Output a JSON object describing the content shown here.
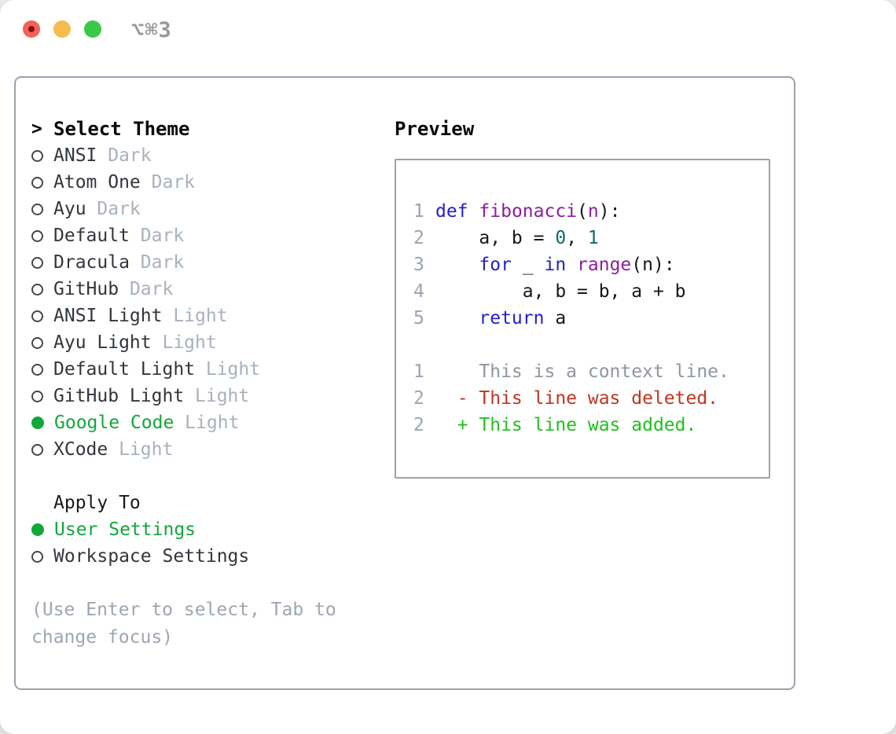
{
  "window": {
    "title": "⌥⌘3"
  },
  "titlebar_icons": [
    "close-button",
    "minimize-button",
    "zoom-button"
  ],
  "colors": {
    "green": "#12a73b",
    "diff-add": "#1cc21c",
    "diff-del": "#c23420",
    "kwd": "#2121ce",
    "typ": "#8c1fa0",
    "lit": "#0b6c6c",
    "pln": "#14181c",
    "ctx": "#8f969e",
    "lnum": "#9aa4b0",
    "border": "#9aa3ae",
    "name": "#31363c",
    "muted": "#a8b1bc",
    "hint": "#9da6b0",
    "titlebar": "#96989c",
    "tl-red": "#f4605a",
    "tl-yellow": "#f6bd4e",
    "tl-green": "#38c948",
    "tl-red-dot": "#7b1712"
  },
  "theme_panel": {
    "cursor": ">",
    "title": "Select Theme",
    "themes": [
      {
        "name": "ANSI",
        "variant": "Dark",
        "selected": false
      },
      {
        "name": "Atom One",
        "variant": "Dark",
        "selected": false
      },
      {
        "name": "Ayu",
        "variant": "Dark",
        "selected": false
      },
      {
        "name": "Default",
        "variant": "Dark",
        "selected": false
      },
      {
        "name": "Dracula",
        "variant": "Dark",
        "selected": false
      },
      {
        "name": "GitHub",
        "variant": "Dark",
        "selected": false
      },
      {
        "name": "ANSI Light",
        "variant": "Light",
        "selected": false
      },
      {
        "name": "Ayu Light",
        "variant": "Light",
        "selected": false
      },
      {
        "name": "Default Light",
        "variant": "Light",
        "selected": false
      },
      {
        "name": "GitHub Light",
        "variant": "Light",
        "selected": false
      },
      {
        "name": "Google Code",
        "variant": "Light",
        "selected": true
      },
      {
        "name": "XCode",
        "variant": "Light",
        "selected": false
      }
    ],
    "apply_to": {
      "title": "Apply To",
      "options": [
        {
          "label": "User Settings",
          "selected": true
        },
        {
          "label": "Workspace Settings",
          "selected": false
        }
      ]
    },
    "hint": "(Use Enter to select, Tab to change focus)"
  },
  "preview": {
    "title": "Preview",
    "code_lines": [
      {
        "num": "1",
        "tokens": [
          [
            "def",
            "kwd"
          ],
          [
            " ",
            "pln"
          ],
          [
            "fibonacci",
            "typ"
          ],
          [
            "(",
            "pln"
          ],
          [
            "n",
            "typ"
          ],
          [
            "):",
            "pln"
          ]
        ]
      },
      {
        "num": "2",
        "tokens": [
          [
            "    a, b = ",
            "pln"
          ],
          [
            "0",
            "lit"
          ],
          [
            ", ",
            "pln"
          ],
          [
            "1",
            "lit"
          ]
        ]
      },
      {
        "num": "3",
        "tokens": [
          [
            "    ",
            "pln"
          ],
          [
            "for",
            "kwd"
          ],
          [
            " _ ",
            "pln"
          ],
          [
            "in",
            "kwd"
          ],
          [
            " ",
            "pln"
          ],
          [
            "range",
            "typ"
          ],
          [
            "(n):",
            "pln"
          ]
        ]
      },
      {
        "num": "4",
        "tokens": [
          [
            "        a, b = b, a + b",
            "pln"
          ]
        ]
      },
      {
        "num": "5",
        "tokens": [
          [
            "    ",
            "pln"
          ],
          [
            "return",
            "kwd"
          ],
          [
            " a",
            "pln"
          ]
        ]
      }
    ],
    "diff_lines": [
      {
        "num": "1",
        "tokens": [
          [
            "    This is a context line.",
            "ctx"
          ]
        ]
      },
      {
        "num": "2",
        "tokens": [
          [
            "  - This line was deleted.",
            "del"
          ]
        ]
      },
      {
        "num": "2",
        "tokens": [
          [
            "  + This line was added.",
            "add"
          ]
        ]
      }
    ]
  }
}
